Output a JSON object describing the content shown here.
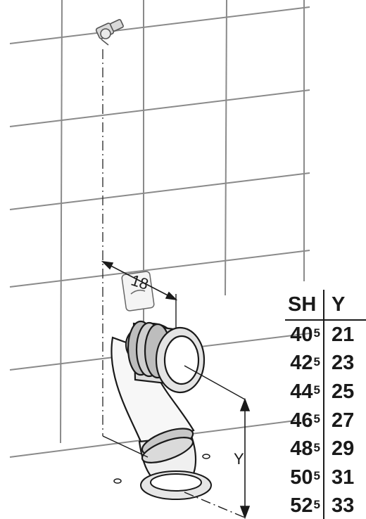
{
  "dimensions": {
    "horizontal_offset": "18",
    "vertical_height": "Y"
  },
  "table": {
    "col_sh": "SH",
    "col_y": "Y",
    "rows": [
      {
        "sh_base": "40",
        "sh_sup": "5",
        "y": "21"
      },
      {
        "sh_base": "42",
        "sh_sup": "5",
        "y": "23"
      },
      {
        "sh_base": "44",
        "sh_sup": "5",
        "y": "25"
      },
      {
        "sh_base": "46",
        "sh_sup": "5",
        "y": "27"
      },
      {
        "sh_base": "48",
        "sh_sup": "5",
        "y": "29"
      },
      {
        "sh_base": "50",
        "sh_sup": "5",
        "y": "31"
      },
      {
        "sh_base": "52",
        "sh_sup": "5",
        "y": "33"
      }
    ]
  }
}
